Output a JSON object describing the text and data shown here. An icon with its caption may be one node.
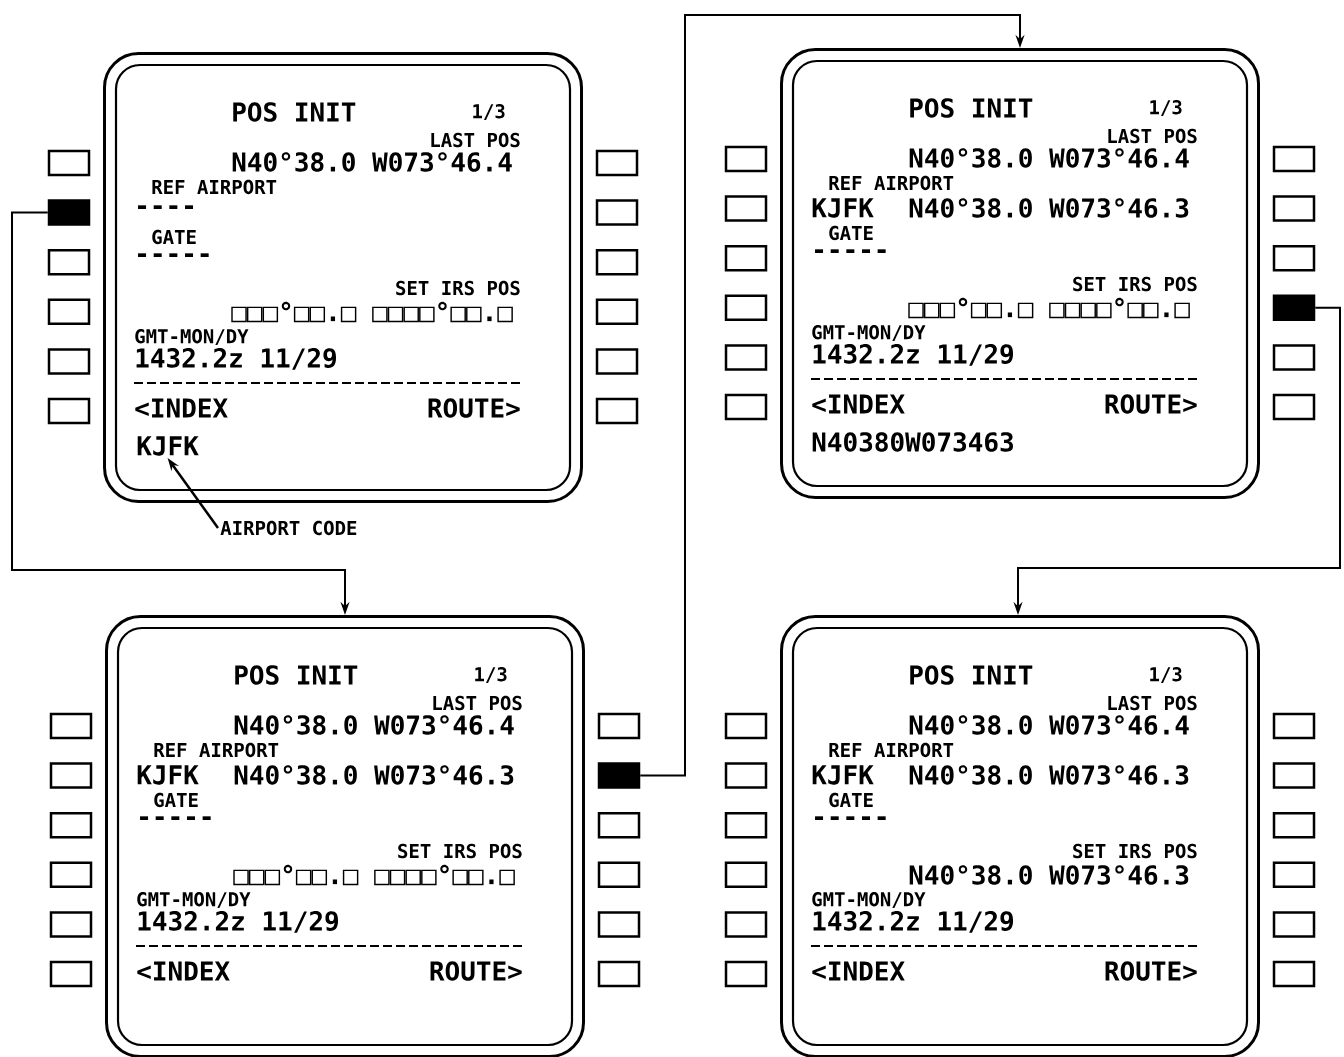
{
  "diagram": {
    "nodes": [
      {
        "text": [
          "POS INIT",
          "1/3",
          "LAST POS",
          "N40°38.0 W073°46.4",
          "REF AIRPORT",
          "----",
          "GATE",
          "-----",
          "SET IRS POS",
          "□□□°□□.□ □□□□°□□.□",
          "GMT-MON/DY",
          "1432.2z 11/29",
          "<INDEX",
          "ROUTE>"
        ]
      },
      {
        "text": [
          "POS INIT",
          "1/3",
          "LAST POS",
          "N40°38.0 W073°46.4",
          "REF AIRPORT",
          "KJFK",
          "N40°38.0 W073°46.3",
          "GATE",
          "-----",
          "SET IRS POS",
          "□□□°□□.□ □□□□°□□.□",
          "GMT-MON/DY",
          "1432.2z 11/29",
          "<INDEX",
          "ROUTE>",
          "N40380W073463"
        ]
      },
      {
        "text": [
          "POS INIT",
          "1/3",
          "LAST POS",
          "N40°38.0 W073°46.4",
          "REF AIRPORT",
          "KJFK",
          "N40°38.0 W073°46.3",
          "GATE",
          "-----",
          "SET IRS POS",
          "□□□°□□.□ □□□□°□□.□",
          "GMT-MON/DY",
          "1432.2z 11/29",
          "<INDEX",
          "ROUTE>"
        ]
      },
      {
        "text": [
          "POS INIT",
          "1/3",
          "LAST POS",
          "N40°38.0 W073°46.4",
          "REF AIRPORT",
          "KJFK",
          "N40°38.0 W073°46.3",
          "GATE",
          "-----",
          "SET IRS POS",
          "N40°38.0 W073°46.3",
          "GMT-MON/DY",
          "1432.2z 11/29",
          "<INDEX",
          "ROUTE>"
        ]
      },
      {
        "text": [
          "KJFK"
        ],
        "in": 0
      },
      {
        "text": [
          "AIRPORT CODE"
        ]
      },
      {
        "text": [],
        "shape": "box"
      },
      {
        "text": [],
        "shape": "box"
      },
      {
        "text": [],
        "shape": "box"
      }
    ],
    "edges": [
      {
        "from": 6,
        "to": 2,
        "arrow": "to"
      },
      {
        "from": 8,
        "to": 1,
        "arrow": "to"
      },
      {
        "from": 7,
        "to": 3,
        "arrow": "to"
      },
      {
        "from": 5,
        "to": 4,
        "arrow": "to"
      }
    ]
  }
}
